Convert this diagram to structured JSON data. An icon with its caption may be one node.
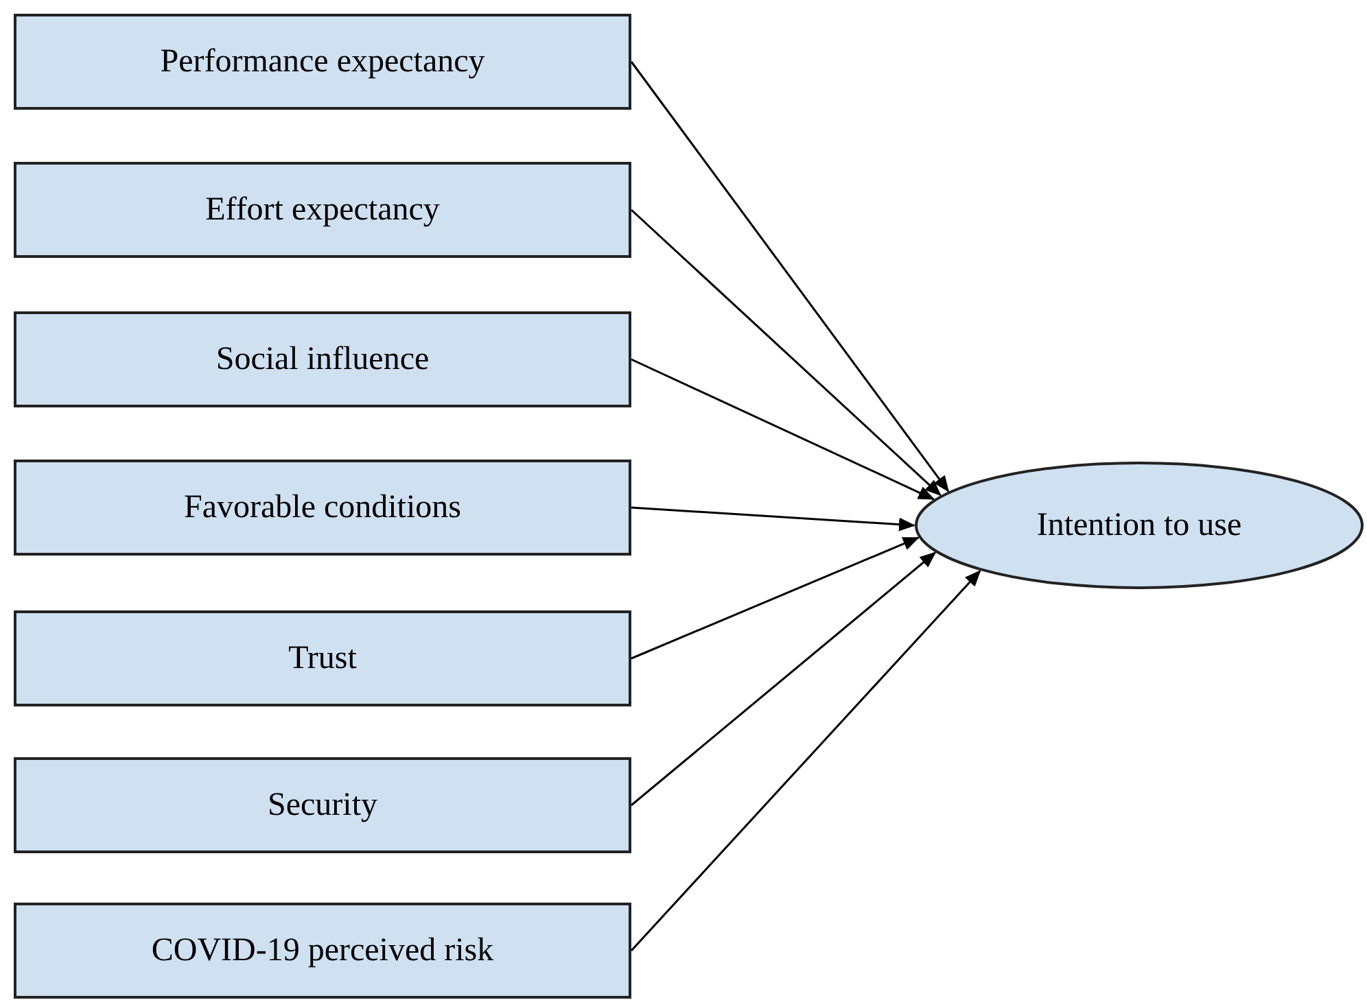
{
  "diagram": {
    "nodes": [
      {
        "text": [
          "Performance expectancy"
        ]
      },
      {
        "text": [
          "Effort expectancy"
        ]
      },
      {
        "text": [
          "Social influence"
        ]
      },
      {
        "text": [
          "Favorable conditions"
        ]
      },
      {
        "text": [
          "Trust"
        ]
      },
      {
        "text": [
          "Security"
        ]
      },
      {
        "text": [
          "COVID-19 perceived risk"
        ]
      },
      {
        "text": [
          "Intention to use"
        ]
      }
    ],
    "edges": [
      {
        "from": 0,
        "to": 7,
        "arrow": "to"
      },
      {
        "from": 1,
        "to": 7,
        "arrow": "to"
      },
      {
        "from": 2,
        "to": 7,
        "arrow": "to"
      },
      {
        "from": 3,
        "to": 7,
        "arrow": "to"
      },
      {
        "from": 4,
        "to": 7,
        "arrow": "to"
      },
      {
        "from": 5,
        "to": 7,
        "arrow": "to"
      },
      {
        "from": 6,
        "to": 7,
        "arrow": "to"
      }
    ]
  }
}
